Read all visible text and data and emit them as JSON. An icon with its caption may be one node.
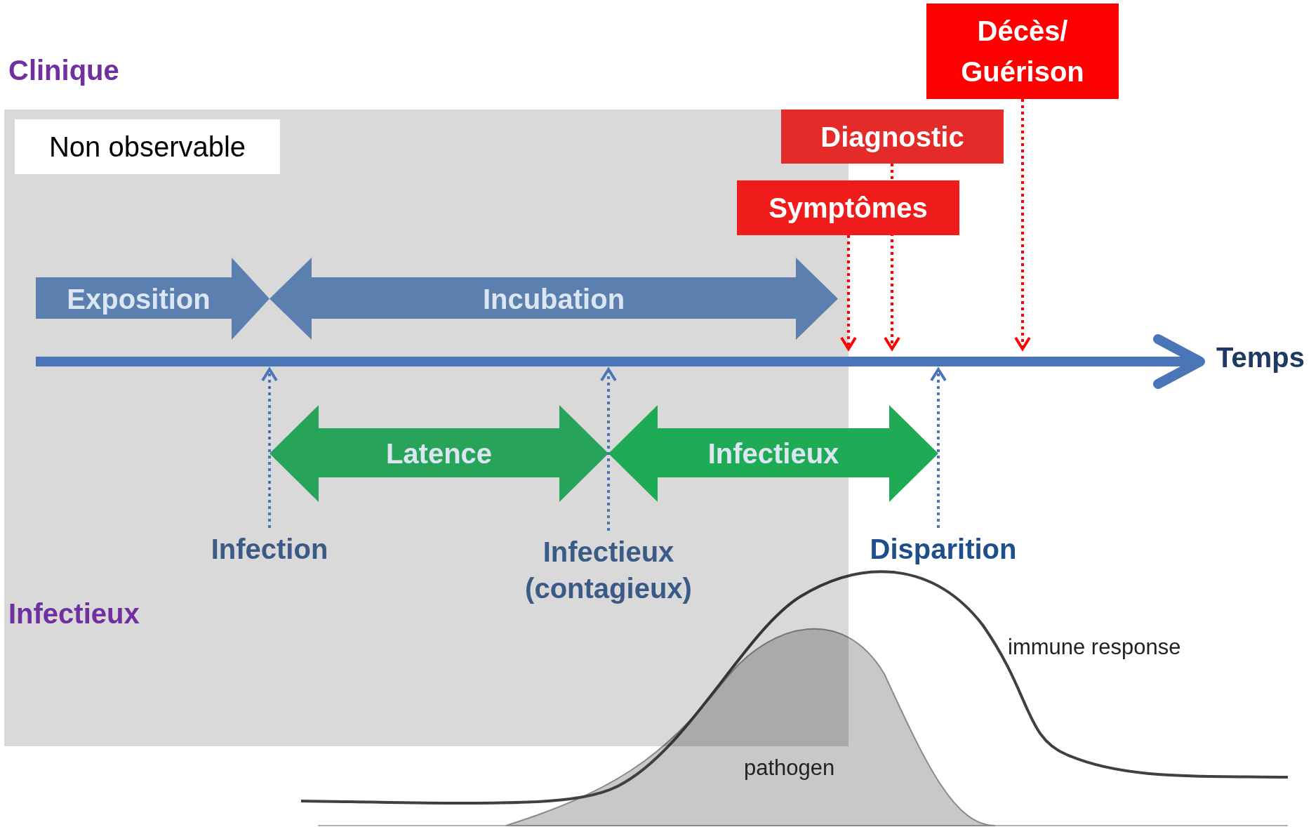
{
  "diagram": {
    "nodes": [
      {
        "text": [
          "Non observable"
        ]
      },
      {
        "text": [
          "Décès/ Guérison"
        ]
      },
      {
        "text": [
          "Diagnostic"
        ]
      },
      {
        "text": [
          "Symptômes"
        ]
      },
      {
        "text": [
          "Exposition"
        ]
      },
      {
        "text": [
          "Incubation"
        ]
      },
      {
        "text": [
          "Latence"
        ]
      },
      {
        "text": [
          "Infectieux"
        ]
      },
      {
        "text": [
          "Infection"
        ]
      },
      {
        "text": [
          "Infectieux (contagieux)"
        ]
      },
      {
        "text": [
          "Disparition"
        ]
      }
    ],
    "edges": [
      {
        "from": 3,
        "to": null,
        "arrow": "to",
        "style": "dashed",
        "color": "#ff0000"
      },
      {
        "from": 2,
        "to": null,
        "arrow": "to",
        "style": "dashed",
        "color": "#ff0000"
      },
      {
        "from": 1,
        "to": null,
        "arrow": "to",
        "style": "dashed",
        "color": "#ff0000"
      },
      {
        "from": 8,
        "to": null,
        "arrow": "to",
        "style": "dashed",
        "color": "#4a76b8"
      },
      {
        "from": 9,
        "to": null,
        "arrow": "to",
        "style": "dashed",
        "color": "#4a76b8"
      },
      {
        "from": 10,
        "to": null,
        "arrow": "to",
        "style": "dashed",
        "color": "#4a76b8"
      }
    ],
    "labels": [
      "Clinique",
      "Temps",
      "Infectieux",
      "immune response",
      "pathogen"
    ]
  }
}
